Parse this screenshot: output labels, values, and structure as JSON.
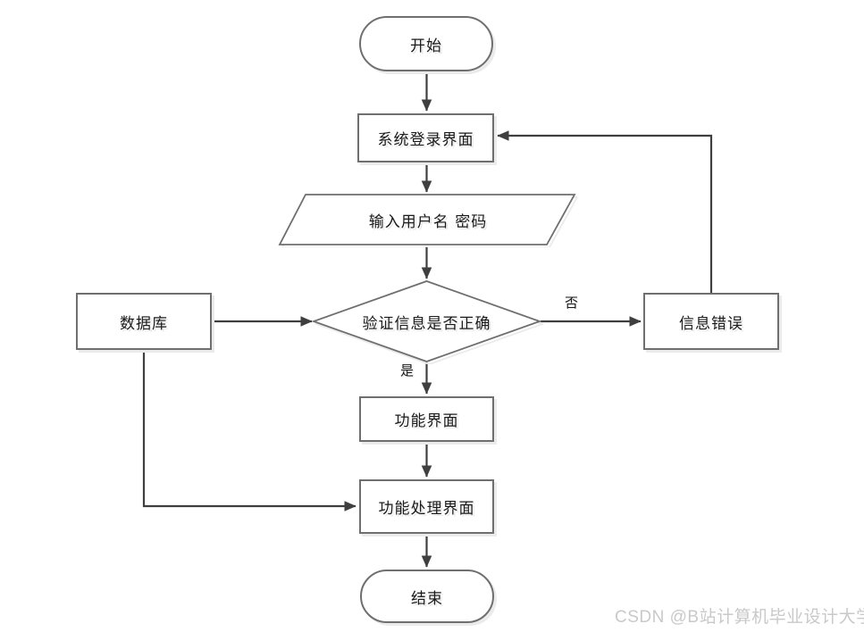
{
  "diagram": {
    "nodes": {
      "start": {
        "label": "开始",
        "type": "terminator"
      },
      "login": {
        "label": "系统登录界面",
        "type": "process"
      },
      "input": {
        "label": "输入用户名 密码",
        "type": "data"
      },
      "decision": {
        "label": "验证信息是否正确",
        "type": "decision"
      },
      "database": {
        "label": "数据库",
        "type": "process"
      },
      "error": {
        "label": "信息错误",
        "type": "process"
      },
      "function": {
        "label": "功能界面",
        "type": "process"
      },
      "handler": {
        "label": "功能处理界面",
        "type": "process"
      },
      "end": {
        "label": "结束",
        "type": "terminator"
      }
    },
    "edge_labels": {
      "yes": "是",
      "no": "否"
    },
    "edges": [
      {
        "from": "start",
        "to": "login",
        "label": ""
      },
      {
        "from": "login",
        "to": "input",
        "label": ""
      },
      {
        "from": "input",
        "to": "decision",
        "label": ""
      },
      {
        "from": "decision",
        "to": "function",
        "label": "是"
      },
      {
        "from": "decision",
        "to": "error",
        "label": "否"
      },
      {
        "from": "error",
        "to": "login",
        "label": ""
      },
      {
        "from": "database",
        "to": "decision",
        "label": ""
      },
      {
        "from": "database",
        "to": "handler",
        "label": ""
      },
      {
        "from": "function",
        "to": "handler",
        "label": ""
      },
      {
        "from": "handler",
        "to": "end",
        "label": ""
      }
    ]
  },
  "watermark": "CSDN @B站计算机毕业设计大学",
  "colors": {
    "line": "#3f3f3f",
    "border": "#6f6f6f",
    "shadow": "#ebebeb",
    "text": "#1a1a1a",
    "watermark": "#c9c9c9",
    "background": "#ffffff"
  }
}
